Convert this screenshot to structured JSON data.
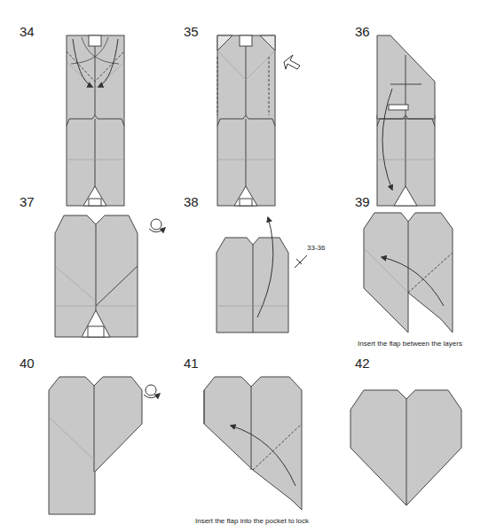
{
  "diagram": {
    "labels": [
      "34",
      "35",
      "36",
      "37",
      "38",
      "39",
      "33-36",
      "Insert the flap between the layers",
      "40",
      "41",
      "Insert the flap into the pocket to lock",
      "42"
    ]
  }
}
